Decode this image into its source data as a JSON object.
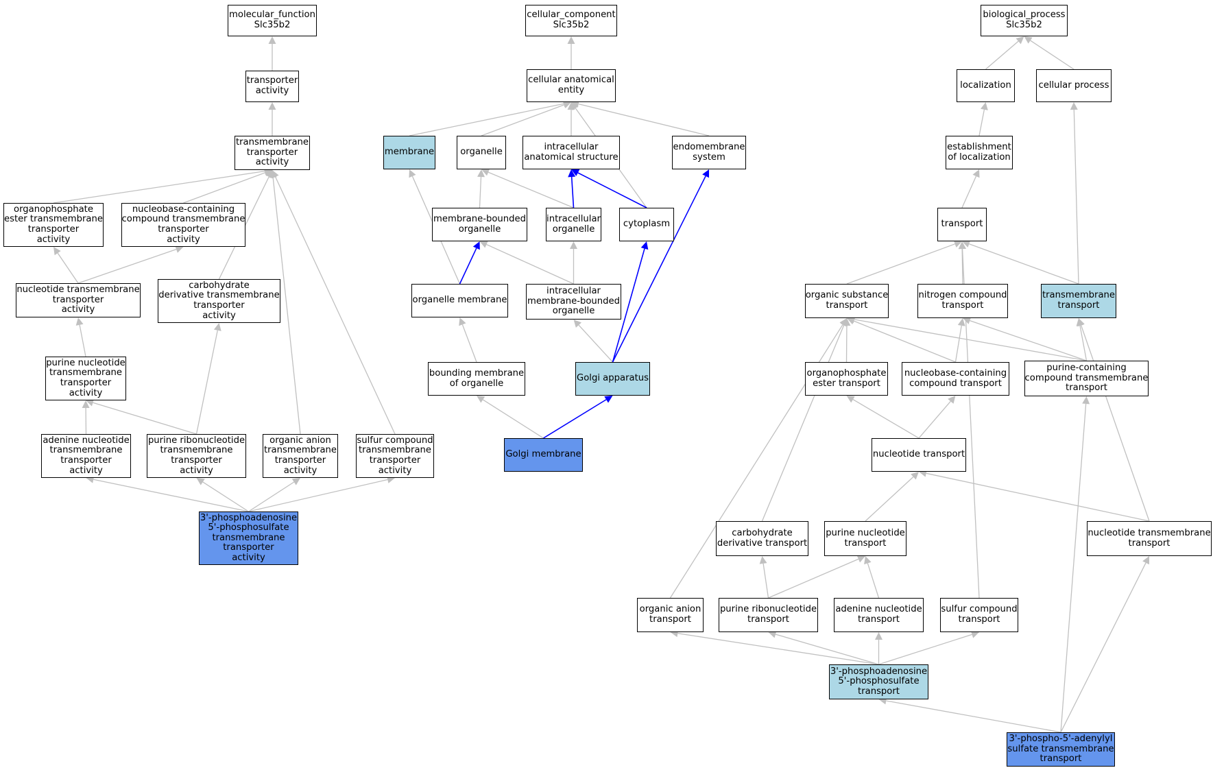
{
  "colors": {
    "default_fill": "#ffffff",
    "highlight_fill": "#add8e6",
    "query_fill": "#6495ed",
    "default_edge": "#c0c0c0",
    "path_edge": "#0000ff"
  },
  "nodes": {
    "mf_root": {
      "label": "molecular_function\nSlc35b2",
      "fill": "default"
    },
    "transporter_activity": {
      "label": "transporter\nactivity",
      "fill": "default"
    },
    "tm_transporter_activity": {
      "label": "transmembrane\ntransporter\nactivity",
      "fill": "default"
    },
    "orgphos_ester_tm": {
      "label": "organophosphate\nester transmembrane\ntransporter\nactivity",
      "fill": "default"
    },
    "nucleobase_tm": {
      "label": "nucleobase-containing\ncompound transmembrane\ntransporter\nactivity",
      "fill": "default"
    },
    "nucleotide_tm_activity": {
      "label": "nucleotide transmembrane\ntransporter\nactivity",
      "fill": "default"
    },
    "carb_deriv_tm": {
      "label": "carbohydrate\nderivative transmembrane\ntransporter\nactivity",
      "fill": "default"
    },
    "purine_nucleotide_tm": {
      "label": "purine nucleotide\ntransmembrane\ntransporter\nactivity",
      "fill": "default"
    },
    "adenine_nucleotide_tm": {
      "label": "adenine nucleotide\ntransmembrane\ntransporter\nactivity",
      "fill": "default"
    },
    "purine_ribonuc_tm": {
      "label": "purine ribonucleotide\ntransmembrane\ntransporter\nactivity",
      "fill": "default"
    },
    "organic_anion_tm": {
      "label": "organic anion\ntransmembrane\ntransporter\nactivity",
      "fill": "default"
    },
    "sulfur_tm": {
      "label": "sulfur compound\ntransmembrane\ntransporter\nactivity",
      "fill": "default"
    },
    "paps_tm_activity": {
      "label": "3'-phosphoadenosine\n5'-phosphosulfate\ntransmembrane\ntransporter\nactivity",
      "fill": "query"
    },
    "cc_root": {
      "label": "cellular_component\nSlc35b2",
      "fill": "default"
    },
    "cell_anat_entity": {
      "label": "cellular anatomical\nentity",
      "fill": "default"
    },
    "membrane": {
      "label": "membrane",
      "fill": "highlight"
    },
    "organelle": {
      "label": "organelle",
      "fill": "default"
    },
    "intracell_anat": {
      "label": "intracellular\nanatomical structure",
      "fill": "default"
    },
    "endomembrane": {
      "label": "endomembrane\nsystem",
      "fill": "default"
    },
    "mem_bounded_org": {
      "label": "membrane-bounded\norganelle",
      "fill": "default"
    },
    "intracell_org": {
      "label": "intracellular\norganelle",
      "fill": "default"
    },
    "cytoplasm": {
      "label": "cytoplasm",
      "fill": "default"
    },
    "organelle_membrane": {
      "label": "organelle membrane",
      "fill": "default"
    },
    "intracell_mb_org": {
      "label": "intracellular\nmembrane-bounded\norganelle",
      "fill": "default"
    },
    "bounding_membrane": {
      "label": "bounding membrane\nof organelle",
      "fill": "default"
    },
    "golgi_apparatus": {
      "label": "Golgi apparatus",
      "fill": "highlight"
    },
    "golgi_membrane": {
      "label": "Golgi membrane",
      "fill": "query"
    },
    "bp_root": {
      "label": "biological_process\nSlc35b2",
      "fill": "default"
    },
    "localization": {
      "label": "localization",
      "fill": "default"
    },
    "cellular_process": {
      "label": "cellular process",
      "fill": "default"
    },
    "establishment_loc": {
      "label": "establishment\nof localization",
      "fill": "default"
    },
    "transport": {
      "label": "transport",
      "fill": "default"
    },
    "organic_substance_transport": {
      "label": "organic substance\ntransport",
      "fill": "default"
    },
    "nitrogen_compound_transport": {
      "label": "nitrogen compound\ntransport",
      "fill": "default"
    },
    "tm_transport": {
      "label": "transmembrane\ntransport",
      "fill": "highlight"
    },
    "orgphos_ester_transport": {
      "label": "organophosphate\nester transport",
      "fill": "default"
    },
    "nucleobase_transport": {
      "label": "nucleobase-containing\ncompound transport",
      "fill": "default"
    },
    "purine_containing_tm": {
      "label": "purine-containing\ncompound transmembrane\ntransport",
      "fill": "default"
    },
    "nucleotide_transport": {
      "label": "nucleotide transport",
      "fill": "default"
    },
    "carb_deriv_transport": {
      "label": "carbohydrate\nderivative transport",
      "fill": "default"
    },
    "purine_nucleotide_transport": {
      "label": "purine nucleotide\ntransport",
      "fill": "default"
    },
    "nucleotide_tm_transport": {
      "label": "nucleotide transmembrane\ntransport",
      "fill": "default"
    },
    "organic_anion_transport": {
      "label": "organic anion\ntransport",
      "fill": "default"
    },
    "purine_ribonuc_transport": {
      "label": "purine ribonucleotide\ntransport",
      "fill": "default"
    },
    "adenine_nucleotide_transport": {
      "label": "adenine nucleotide\ntransport",
      "fill": "default"
    },
    "sulfur_transport": {
      "label": "sulfur compound\ntransport",
      "fill": "default"
    },
    "paps_transport": {
      "label": "3'-phosphoadenosine\n5'-phosphosulfate\ntransport",
      "fill": "highlight"
    },
    "pas_tm_transport": {
      "label": "3'-phospho-5'-adenylyl\nsulfate transmembrane\ntransport",
      "fill": "query"
    }
  },
  "edges": [
    {
      "from": "transporter_activity",
      "to": "mf_root",
      "style": "default"
    },
    {
      "from": "tm_transporter_activity",
      "to": "transporter_activity",
      "style": "default"
    },
    {
      "from": "orgphos_ester_tm",
      "to": "tm_transporter_activity",
      "style": "default"
    },
    {
      "from": "nucleobase_tm",
      "to": "tm_transporter_activity",
      "style": "default"
    },
    {
      "from": "carb_deriv_tm",
      "to": "tm_transporter_activity",
      "style": "default"
    },
    {
      "from": "organic_anion_tm",
      "to": "tm_transporter_activity",
      "style": "default"
    },
    {
      "from": "sulfur_tm",
      "to": "tm_transporter_activity",
      "style": "default"
    },
    {
      "from": "nucleotide_tm_activity",
      "to": "orgphos_ester_tm",
      "style": "default"
    },
    {
      "from": "nucleotide_tm_activity",
      "to": "nucleobase_tm",
      "style": "default"
    },
    {
      "from": "purine_nucleotide_tm",
      "to": "nucleotide_tm_activity",
      "style": "default"
    },
    {
      "from": "adenine_nucleotide_tm",
      "to": "purine_nucleotide_tm",
      "style": "default"
    },
    {
      "from": "purine_ribonuc_tm",
      "to": "purine_nucleotide_tm",
      "style": "default"
    },
    {
      "from": "purine_ribonuc_tm",
      "to": "carb_deriv_tm",
      "style": "default"
    },
    {
      "from": "paps_tm_activity",
      "to": "adenine_nucleotide_tm",
      "style": "default"
    },
    {
      "from": "paps_tm_activity",
      "to": "purine_ribonuc_tm",
      "style": "default"
    },
    {
      "from": "paps_tm_activity",
      "to": "organic_anion_tm",
      "style": "default"
    },
    {
      "from": "paps_tm_activity",
      "to": "sulfur_tm",
      "style": "default"
    },
    {
      "from": "cell_anat_entity",
      "to": "cc_root",
      "style": "default"
    },
    {
      "from": "membrane",
      "to": "cell_anat_entity",
      "style": "default"
    },
    {
      "from": "organelle",
      "to": "cell_anat_entity",
      "style": "default"
    },
    {
      "from": "intracell_anat",
      "to": "cell_anat_entity",
      "style": "default"
    },
    {
      "from": "endomembrane",
      "to": "cell_anat_entity",
      "style": "default"
    },
    {
      "from": "cytoplasm",
      "to": "cell_anat_entity",
      "style": "default"
    },
    {
      "from": "mem_bounded_org",
      "to": "organelle",
      "style": "default"
    },
    {
      "from": "intracell_org",
      "to": "organelle",
      "style": "default"
    },
    {
      "from": "intracell_org",
      "to": "intracell_anat",
      "style": "path"
    },
    {
      "from": "cytoplasm",
      "to": "intracell_anat",
      "style": "path"
    },
    {
      "from": "organelle_membrane",
      "to": "membrane",
      "style": "default"
    },
    {
      "from": "organelle_membrane",
      "to": "mem_bounded_org",
      "style": "path"
    },
    {
      "from": "intracell_mb_org",
      "to": "mem_bounded_org",
      "style": "default"
    },
    {
      "from": "intracell_mb_org",
      "to": "intracell_org",
      "style": "default"
    },
    {
      "from": "bounding_membrane",
      "to": "organelle_membrane",
      "style": "default"
    },
    {
      "from": "golgi_apparatus",
      "to": "intracell_mb_org",
      "style": "default"
    },
    {
      "from": "golgi_apparatus",
      "to": "cytoplasm",
      "style": "path"
    },
    {
      "from": "golgi_apparatus",
      "to": "endomembrane",
      "style": "path"
    },
    {
      "from": "golgi_membrane",
      "to": "bounding_membrane",
      "style": "default"
    },
    {
      "from": "golgi_membrane",
      "to": "golgi_apparatus",
      "style": "path"
    },
    {
      "from": "localization",
      "to": "bp_root",
      "style": "default"
    },
    {
      "from": "cellular_process",
      "to": "bp_root",
      "style": "default"
    },
    {
      "from": "establishment_loc",
      "to": "localization",
      "style": "default"
    },
    {
      "from": "transport",
      "to": "establishment_loc",
      "style": "default"
    },
    {
      "from": "tm_transport",
      "to": "cellular_process",
      "style": "default"
    },
    {
      "from": "organic_substance_transport",
      "to": "transport",
      "style": "default"
    },
    {
      "from": "nitrogen_compound_transport",
      "to": "transport",
      "style": "default"
    },
    {
      "from": "tm_transport",
      "to": "transport",
      "style": "default"
    },
    {
      "from": "sulfur_transport",
      "to": "transport",
      "style": "default"
    },
    {
      "from": "orgphos_ester_transport",
      "to": "organic_substance_transport",
      "style": "default"
    },
    {
      "from": "nucleobase_transport",
      "to": "organic_substance_transport",
      "style": "default"
    },
    {
      "from": "nucleobase_transport",
      "to": "nitrogen_compound_transport",
      "style": "default"
    },
    {
      "from": "purine_containing_tm",
      "to": "organic_substance_transport",
      "style": "default"
    },
    {
      "from": "purine_containing_tm",
      "to": "nitrogen_compound_transport",
      "style": "default"
    },
    {
      "from": "purine_containing_tm",
      "to": "tm_transport",
      "style": "default"
    },
    {
      "from": "carb_deriv_transport",
      "to": "organic_substance_transport",
      "style": "default"
    },
    {
      "from": "organic_anion_transport",
      "to": "organic_substance_transport",
      "style": "default"
    },
    {
      "from": "nucleotide_transport",
      "to": "orgphos_ester_transport",
      "style": "default"
    },
    {
      "from": "nucleotide_transport",
      "to": "nucleobase_transport",
      "style": "default"
    },
    {
      "from": "purine_nucleotide_transport",
      "to": "nucleotide_transport",
      "style": "default"
    },
    {
      "from": "nucleotide_tm_transport",
      "to": "nucleotide_transport",
      "style": "default"
    },
    {
      "from": "nucleotide_tm_transport",
      "to": "tm_transport",
      "style": "default"
    },
    {
      "from": "purine_ribonuc_transport",
      "to": "carb_deriv_transport",
      "style": "default"
    },
    {
      "from": "purine_ribonuc_transport",
      "to": "purine_nucleotide_transport",
      "style": "default"
    },
    {
      "from": "adenine_nucleotide_transport",
      "to": "purine_nucleotide_transport",
      "style": "default"
    },
    {
      "from": "paps_transport",
      "to": "organic_anion_transport",
      "style": "default"
    },
    {
      "from": "paps_transport",
      "to": "purine_ribonuc_transport",
      "style": "default"
    },
    {
      "from": "paps_transport",
      "to": "adenine_nucleotide_transport",
      "style": "default"
    },
    {
      "from": "paps_transport",
      "to": "sulfur_transport",
      "style": "default"
    },
    {
      "from": "pas_tm_transport",
      "to": "paps_transport",
      "style": "default"
    },
    {
      "from": "pas_tm_transport",
      "to": "purine_containing_tm",
      "style": "default"
    },
    {
      "from": "pas_tm_transport",
      "to": "nucleotide_tm_transport",
      "style": "default"
    }
  ]
}
